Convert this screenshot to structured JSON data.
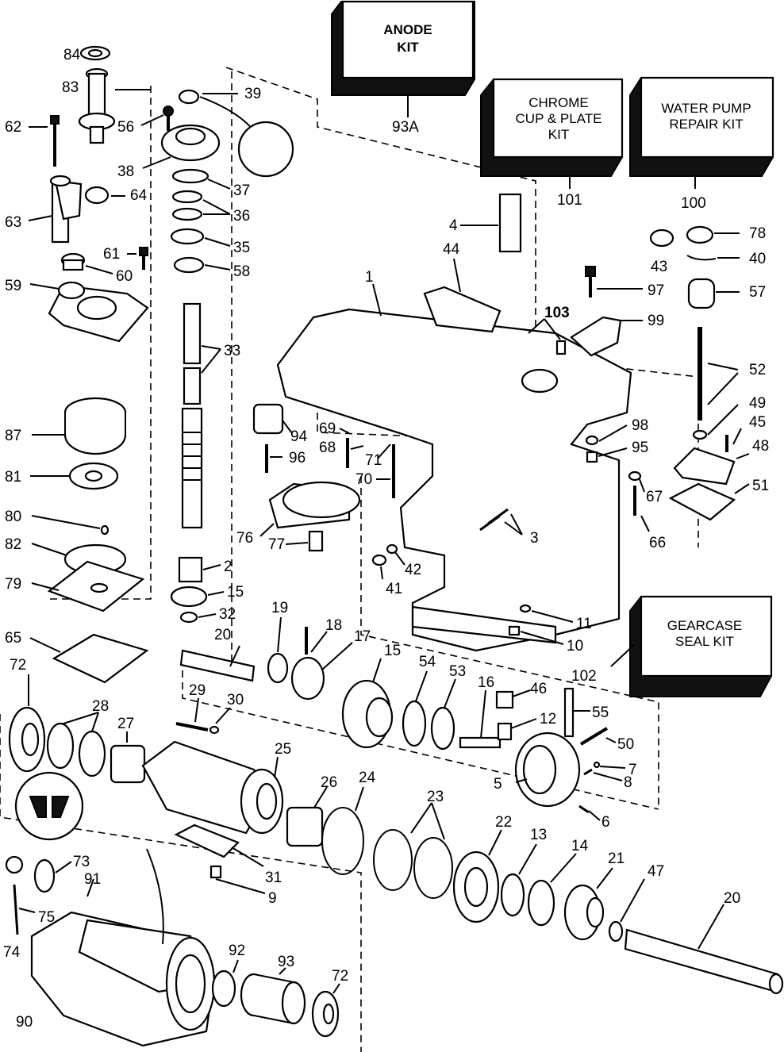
{
  "kits": [
    {
      "id": "anode",
      "lines": [
        "ANODE",
        "KIT"
      ],
      "ref": "93A"
    },
    {
      "id": "chrome",
      "lines": [
        "CHROME",
        "CUP & PLATE",
        "KIT"
      ],
      "ref": "101"
    },
    {
      "id": "waterpump",
      "lines": [
        "WATER PUMP",
        "REPAIR KIT"
      ],
      "ref": "100"
    },
    {
      "id": "gearcase",
      "lines": [
        "GEARCASE",
        "SEAL KIT"
      ],
      "ref": "102"
    }
  ],
  "callouts": {
    "c84": "84",
    "c83": "83",
    "c62": "62",
    "c56": "56",
    "c39": "39",
    "c38": "38",
    "c37": "37",
    "c36": "36",
    "c35": "35",
    "c58": "58",
    "c64": "64",
    "c63": "63",
    "c61": "61",
    "c60": "60",
    "c59": "59",
    "c33": "33",
    "c87": "87",
    "c81": "81",
    "c80": "80",
    "c82": "82",
    "c79": "79",
    "c94": "94",
    "c96": "96",
    "c69": "69",
    "c68": "68",
    "c71": "71",
    "c70": "70",
    "c76": "76",
    "c77": "77",
    "c1": "1",
    "c4": "4",
    "c44": "44",
    "c103": "103",
    "c97": "97",
    "c99": "99",
    "c43": "43",
    "c78": "78",
    "c40": "40",
    "c57": "57",
    "c52": "52",
    "c49": "49",
    "c45": "45",
    "c48": "48",
    "c98": "98",
    "c95": "95",
    "c67": "67",
    "c51": "51",
    "c66": "66",
    "c3": "3",
    "c42": "42",
    "c41": "41",
    "c2": "2",
    "c15a": "15",
    "c32": "32",
    "c19": "19",
    "c18": "18",
    "c17": "17",
    "c20a": "20",
    "c11": "11",
    "c10": "10",
    "c65": "65",
    "c72a": "72",
    "c28": "28",
    "c27": "27",
    "c29": "29",
    "c30": "30",
    "c15b": "15",
    "c54": "54",
    "c53": "53",
    "c16": "16",
    "c46": "46",
    "c55": "55",
    "c12": "12",
    "c50": "50",
    "c5": "5",
    "c7": "7",
    "c8": "8",
    "c6": "6",
    "c25": "25",
    "c26": "26",
    "c24": "24",
    "c23": "23",
    "c22": "22",
    "c13": "13",
    "c14": "14",
    "c21": "21",
    "c47": "47",
    "c20b": "20",
    "c73": "73",
    "c91": "91",
    "c31": "31",
    "c9": "9",
    "c75": "75",
    "c74": "74",
    "c92": "92",
    "c93": "93",
    "c72b": "72",
    "c90": "90"
  }
}
